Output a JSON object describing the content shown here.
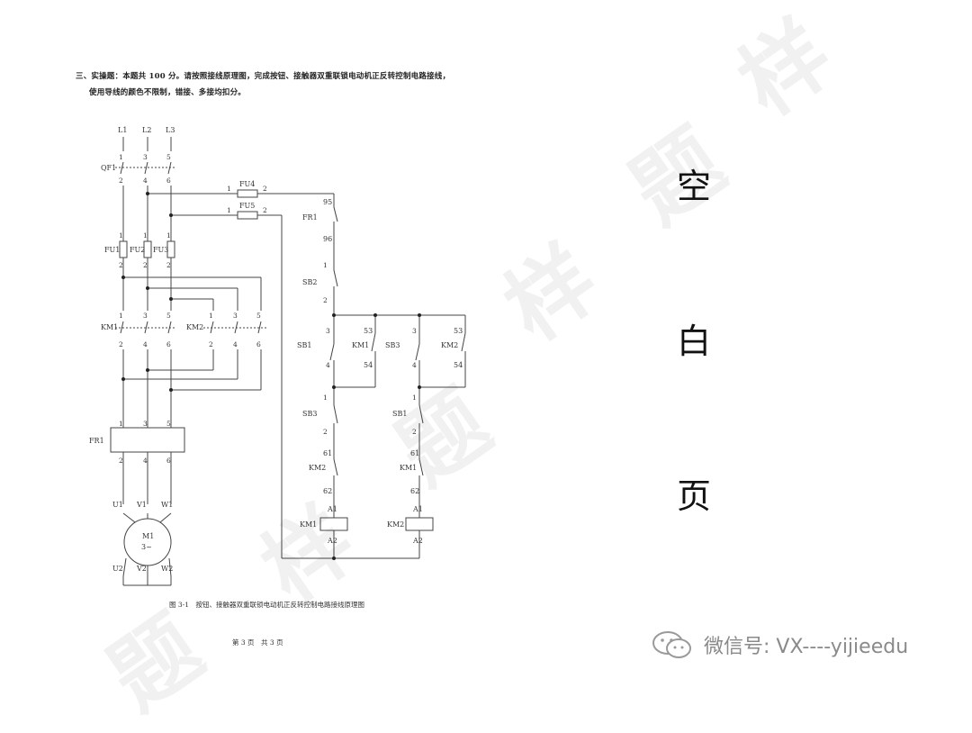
{
  "question": {
    "line1": "三、实操题：本题共 100 分。请按照接线原理图，完成按钮、接触器双重联锁电动机正反转控制电路接线，",
    "line2": "使用导线的颜色不限制，错接、多接均扣分。"
  },
  "labels": {
    "L1": "L1",
    "L2": "L2",
    "L3": "L3",
    "QF1": "QF1",
    "FU1": "FU1",
    "FU2": "FU2",
    "FU3": "FU3",
    "FU4": "FU4",
    "FU5": "FU5",
    "KM1": "KM1",
    "KM2": "KM2",
    "FR1": "FR1",
    "SB1": "SB1",
    "SB2": "SB2",
    "SB3": "SB3",
    "U1": "U1",
    "V1": "V1",
    "W1": "W1",
    "U2": "U2",
    "V2": "V2",
    "W2": "W2",
    "M1": "M1",
    "motor_type": "3~",
    "A1": "A1",
    "A2": "A2",
    "t1": "1",
    "t2": "2",
    "t3": "3",
    "t4": "4",
    "t5": "5",
    "t6": "6",
    "t53": "53",
    "t54": "54",
    "t61": "61",
    "t62": "62",
    "t95": "95",
    "t96": "96"
  },
  "caption": "图 3-1　按钮、接触器双重联锁电动机正反转控制电路接线原理图",
  "page_number": "第 3 页　共 3 页",
  "blank_page": [
    "空",
    "白",
    "页"
  ],
  "watermark": "样题",
  "wechat_label": "微信号: VX----yijieedu",
  "icon": "wechat-icon"
}
